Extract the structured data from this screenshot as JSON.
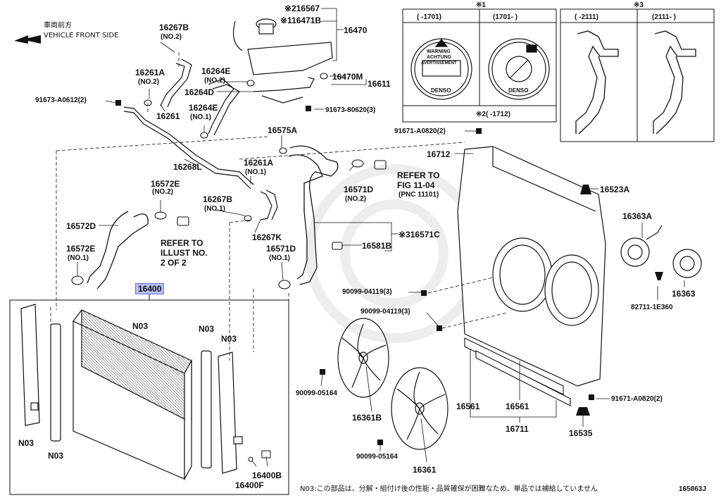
{
  "direction": {
    "jp": "車両前方",
    "en": "VEHICLE FRONT SIDE"
  },
  "parts": {
    "p16567": "※216567",
    "p16471B": "※116471B",
    "p16470": "16470",
    "p16267B_top": "16267B",
    "no2_a": "(NO.2)",
    "p16261A_top": "16261A",
    "no2_b": "(NO.2)",
    "p16264E_top": "16264E",
    "no2_c": "(NO.2)",
    "p16470M": "16470M",
    "p16611": "16611",
    "p91673A": "91673-A0612(2)",
    "p16264D": "16264D",
    "p16261": "16261",
    "p16264E_mid": "16264E",
    "no1_a": "(NO.1)",
    "p91673_80620": "91673-80620(3)",
    "p16575A": "16575A",
    "p16268L": "16268L",
    "p16261A_mid": "16261A",
    "no1_b": "(NO.1)",
    "p16572E_top": "16572E",
    "no2_d": "(NO.2)",
    "p16267B_mid": "16267B",
    "no1_c": "(NO.1)",
    "p16571D_top": "16571D",
    "no2_e": "(NO.2)",
    "refer1_a": "REFER TO",
    "refer1_b": "FIG 11-04",
    "refer1_c": "(PNC 11101)",
    "p16572D": "16572D",
    "refer2_a": "REFER TO",
    "refer2_b": "ILLUST NO.",
    "refer2_c": "2 OF 2",
    "p16267K": "16267K",
    "p16581B": "16581B",
    "p16571C": "※316571C",
    "p16572E_low": "16572E",
    "no1_d": "(NO.1)",
    "p16571D_low": "16571D",
    "no1_e": "(NO.1)",
    "p16400": "16400",
    "n03_1": "N03",
    "n03_2": "N03",
    "n03_3": "N03",
    "n03_4": "N03",
    "n03_5": "N03",
    "p16400B": "16400B",
    "p16400F": "16400F",
    "p91671_top": "91671-A0820(2)",
    "p16712": "16712",
    "p16523A": "16523A",
    "p16363A": "16363A",
    "p16363": "16363",
    "p82711": "82711-1E360",
    "p90099_04119_a": "90099-04119(3)",
    "p90099_04119_b": "90099-04119(3)",
    "p90099_05164_a": "90099-05164",
    "p16361B": "16361B",
    "p90099_05164_b": "90099-05164",
    "p16361": "16361",
    "p16561_a": "16561",
    "p16561_b": "16561",
    "p16711": "16711",
    "p91671_low": "91671-A0820(2)",
    "p16535": "16535"
  },
  "inset": {
    "mark1": "※1",
    "mark3": "※3",
    "col1": "(      -1701)",
    "col2": "(1701-      )",
    "col3": "(      -2111)",
    "col4": "(2111-      )",
    "mark2": "※2(      -1712)",
    "cap_warning": "WARNING",
    "cap_achtung": "ACHTUNG",
    "cap_avert": "AVERTISSEMENT",
    "brand": "DENSO"
  },
  "footnote": "N03:この部品は、分解・組付け後の性能・品質確保が困難なため、単品では補給していません",
  "figure_id": "165863J",
  "colors": {
    "line": "#111111",
    "highlight": "#b9bdf2",
    "watermark": "#ececec"
  }
}
